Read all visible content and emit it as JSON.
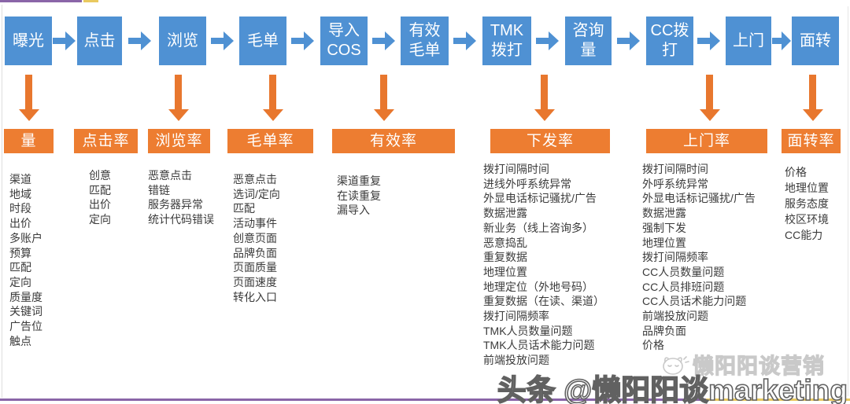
{
  "flow": {
    "steps": [
      {
        "label": "曝光"
      },
      {
        "label": "点击"
      },
      {
        "label": "浏览"
      },
      {
        "label": "毛单"
      },
      {
        "label": "导入\nCOS"
      },
      {
        "label": "有效\n毛单"
      },
      {
        "label": "TMK\n拨打"
      },
      {
        "label": "咨询\n量"
      },
      {
        "label": "CC拨\n打"
      },
      {
        "label": "上门"
      },
      {
        "label": "面转"
      }
    ]
  },
  "metrics": {
    "bars": [
      {
        "label": "量",
        "factors": [
          "渠道",
          "地域",
          "时段",
          "出价",
          "多账户",
          "预算",
          "匹配",
          "定向",
          "质量度",
          "关键词",
          "广告位",
          "触点"
        ]
      },
      {
        "label": "点击率",
        "factors": [
          "创意",
          "匹配",
          "出价",
          "定向"
        ]
      },
      {
        "label": "浏览率",
        "factors": [
          "恶意点击",
          "错链",
          "服务器异常",
          "统计代码错误"
        ]
      },
      {
        "label": "毛单率",
        "factors": [
          "恶意点击",
          "选词/定向",
          "匹配",
          "活动事件",
          "创意页面",
          "品牌负面",
          "页面质量",
          "页面速度",
          "转化入口"
        ]
      },
      {
        "label": "有效率",
        "factors": [
          "渠道重复",
          "在读重复",
          "漏导入"
        ]
      },
      {
        "label": "下发率",
        "factors": [
          "拨打间隔时间",
          "进线外呼系统异常",
          "外显电话标记骚扰/广告",
          "数据泄露",
          "新业务（线上咨询多）",
          "恶意捣乱",
          "重复数据",
          "地理位置",
          "地理定位（外地号码）",
          "重复数据（在读、渠道）",
          "拨打间隔频率",
          "TMK人员数量问题",
          "TMK人员话术能力问题",
          "前端投放问题"
        ]
      },
      {
        "label": "上门率",
        "factors": [
          "拨打间隔时间",
          "外呼系统异常",
          "外显电话标记骚扰/广告",
          "数据泄露",
          "强制下发",
          "地理位置",
          "拨打间隔频率",
          "CC人员数量问题",
          "CC人员排班问题",
          "CC人员话术能力问题",
          "前端投放问题",
          "品牌负面",
          "价格"
        ]
      },
      {
        "label": "面转率",
        "factors": [
          "价格",
          "地理位置",
          "服务态度",
          "校区环境",
          "CC能力"
        ]
      }
    ]
  },
  "watermark": {
    "small": "懒阳阳谈营销",
    "large": "头条 @懒阳阳谈marketing"
  },
  "icons": {
    "right_arrow": "block-arrow-right",
    "down_arrow": "block-arrow-down",
    "mascot": "cat-face-outline"
  },
  "colors": {
    "flow_blue": "#4f91d3",
    "accent_orange": "#ed7d31",
    "border_purple": "#8a65a8",
    "border_yellow": "#e9c95f"
  }
}
